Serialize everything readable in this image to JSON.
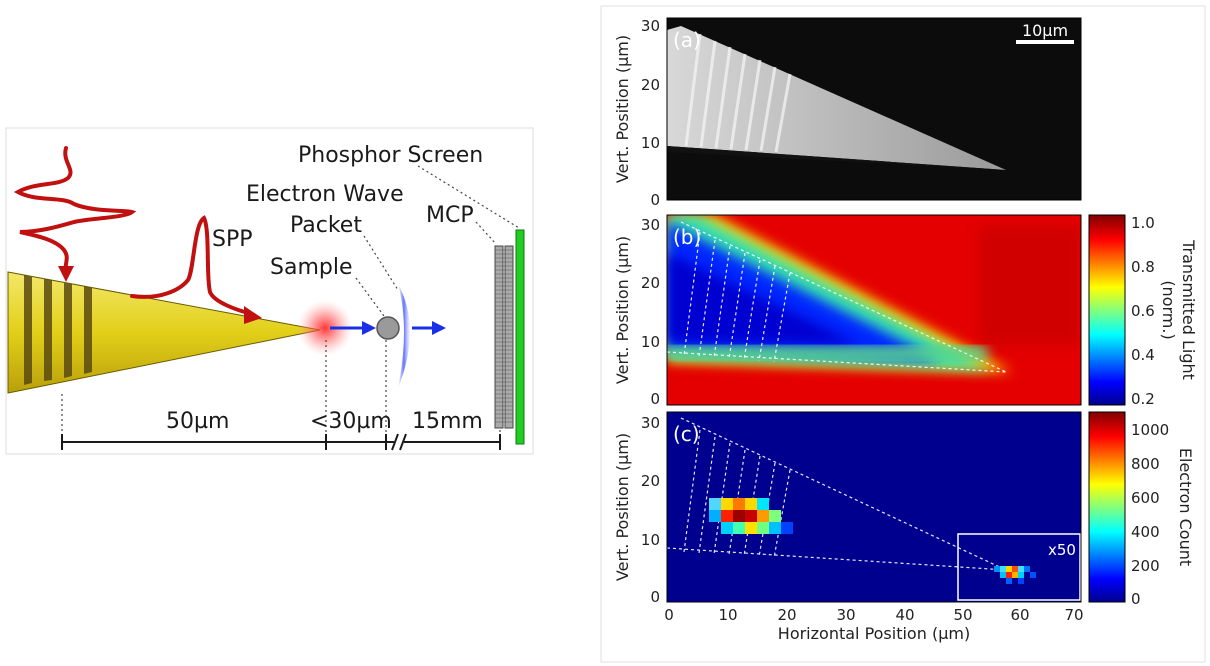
{
  "schematic": {
    "labels": {
      "phosphor_screen": "Phosphor Screen",
      "electron_wave": "Electron Wave",
      "packet": "Packet",
      "mcp": "MCP",
      "spp": "SPP",
      "sample": "Sample"
    },
    "dimensions": {
      "d1": "50µm",
      "d2": "<30µm",
      "d3": "15mm"
    }
  },
  "panels": {
    "a": {
      "tag": "(a)",
      "scalebar": "10µm"
    },
    "b": {
      "tag": "(b)"
    },
    "c": {
      "tag": "(c)",
      "inset": "x50"
    }
  },
  "axes": {
    "ylabel": "Vert. Position (µm)",
    "xlabel": "Horizontal Position (µm)",
    "y_ticks": [
      "0",
      "10",
      "20",
      "30"
    ],
    "x_ticks": [
      "0",
      "10",
      "20",
      "30",
      "40",
      "50",
      "60",
      "70"
    ]
  },
  "colorbars": {
    "b": {
      "label_line1": "Transmitted Light",
      "label_line2": "(norm.)",
      "ticks": [
        "0.2",
        "0.4",
        "0.6",
        "0.8",
        "1.0"
      ]
    },
    "c": {
      "label": "Electron Count",
      "ticks": [
        "0",
        "200",
        "400",
        "600",
        "800",
        "1000"
      ]
    }
  },
  "colors": {
    "tip": "#e6d21e",
    "pulse": "#c01010",
    "arrow": "#1b2fe6",
    "screen": "#22cc22",
    "plot_bg": "#00008f"
  }
}
